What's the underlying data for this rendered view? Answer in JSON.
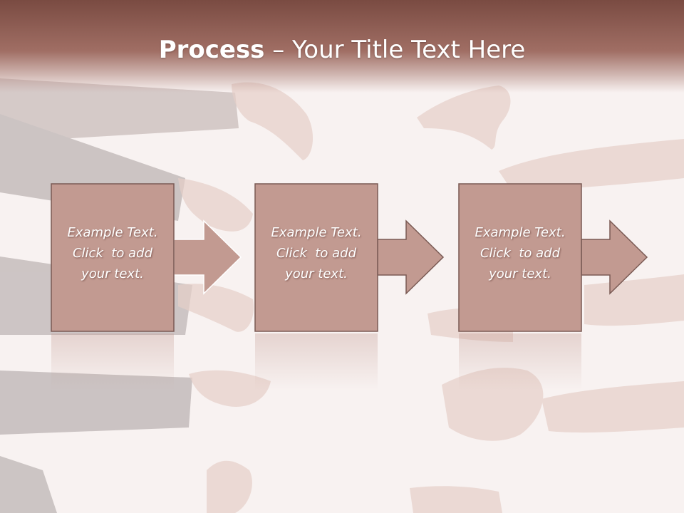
{
  "slide": {
    "title_strong": "Process",
    "title_rest": " – Your Title Text Here"
  },
  "steps": [
    {
      "lines": [
        "Example Text.",
        "Click  to add",
        "your text."
      ]
    },
    {
      "lines": [
        "Example Text.",
        "Click  to add",
        "your text."
      ]
    },
    {
      "lines": [
        "Example Text.",
        "Click  to add",
        "your text."
      ]
    }
  ],
  "colors": {
    "title_bar": "#7a4b42",
    "box_fill": "#c29a91",
    "box_stroke": "#7a5a54",
    "background": "#f7f0ef"
  }
}
